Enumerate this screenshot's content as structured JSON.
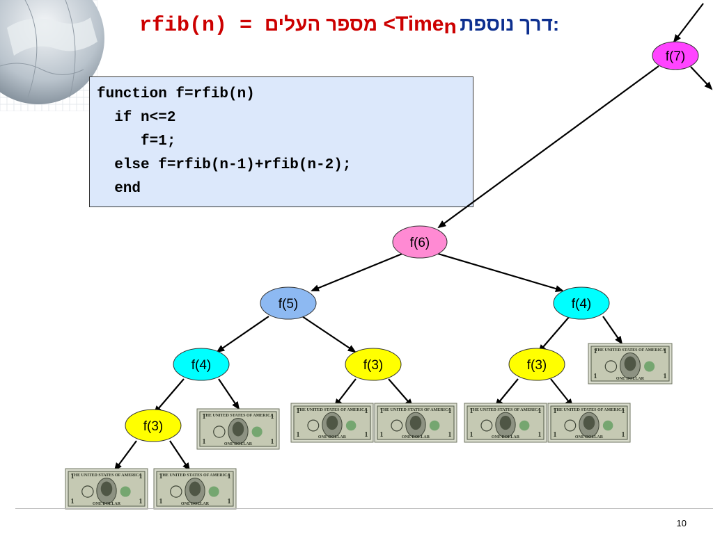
{
  "title": {
    "code_part": "rfib(n)",
    "equals": " = ",
    "heb_count": "מספר העלים",
    "lt": " <",
    "time": "Time",
    "time_sub": "n",
    "heb_prefix": "דרך נוספת:"
  },
  "code_lines": [
    "function f=rfib(n)",
    "  if n<=2",
    "     f=1;",
    "  else f=rfib(n-1)+rfib(n-2);",
    "  end"
  ],
  "nodes": [
    {
      "id": "f7a",
      "label": "f(7)",
      "color": "#ff44ff"
    },
    {
      "id": "f6a",
      "label": "f(6)",
      "color": "#ff8ad3"
    },
    {
      "id": "f5a",
      "label": "f(5)",
      "color": "#8db9f2"
    },
    {
      "id": "f4a",
      "label": "f(4)",
      "color": "#00ffff"
    },
    {
      "id": "f4b",
      "label": "f(4)",
      "color": "#00ffff"
    },
    {
      "id": "f3a",
      "label": "f(3)",
      "color": "#ffff00"
    },
    {
      "id": "f3b",
      "label": "f(3)",
      "color": "#ffff00"
    },
    {
      "id": "f3c",
      "label": "f(3)",
      "color": "#ffff00"
    }
  ],
  "leaf_count": 8,
  "bill_text": {
    "top": "THE UNITED STATES OF AMERICA",
    "bottom": "ONE DOLLAR",
    "denomination": "1"
  },
  "page_number": "10"
}
